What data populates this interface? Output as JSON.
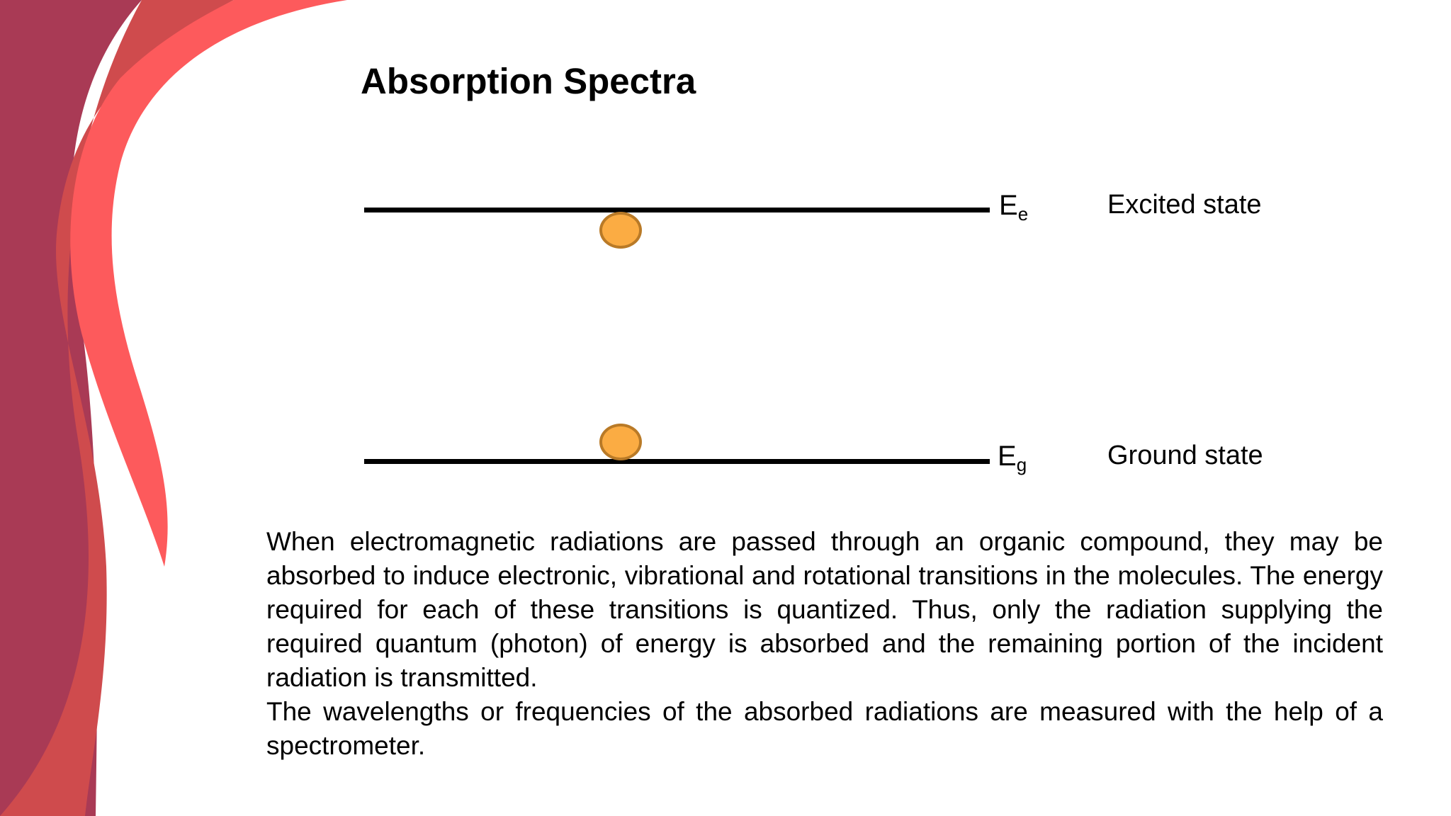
{
  "slide": {
    "title": "Absorption Spectra",
    "diagram": {
      "excited_level": {
        "symbol": "E",
        "subscript": "e",
        "state_label": "Excited state"
      },
      "ground_level": {
        "symbol": "E",
        "subscript": "g",
        "state_label": "Ground state"
      }
    },
    "paragraphs": [
      "When electromagnetic radiations are passed through an organic compound, they may be absorbed to induce electronic, vibrational and rotational transitions in the molecules. The energy required for each of these transitions is quantized. Thus, only the radiation supplying the required quantum (photon) of energy is absorbed and the remaining portion of the incident radiation is transmitted.",
      "The wavelengths or frequencies of the absorbed radiations are measured with the help of a spectrometer."
    ]
  },
  "colors": {
    "wave_dark": "#a93a55",
    "wave_mid": "#cf4b4d",
    "wave_light": "#fd5a5c",
    "electron_fill": "#fbac43",
    "electron_stroke": "#b97a27"
  }
}
